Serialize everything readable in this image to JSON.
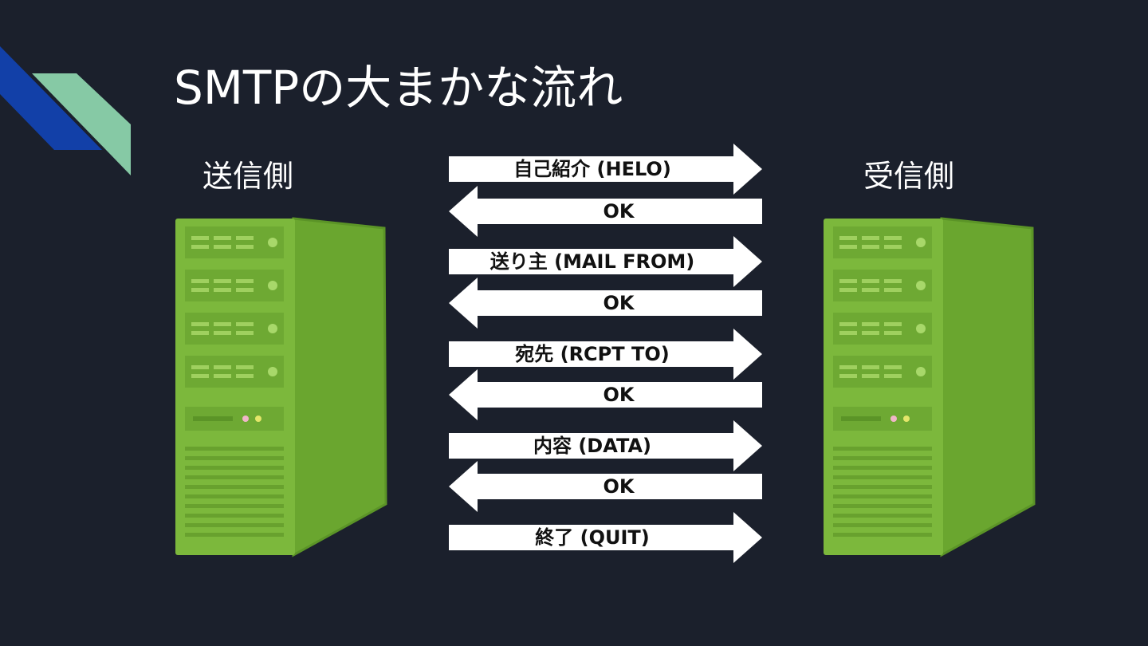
{
  "title": "SMTPの大まかな流れ",
  "sender_label": "送信側",
  "receiver_label": "受信側",
  "server_icon": "tower-server-icon",
  "colors": {
    "background": "#1b202c",
    "accent_blue": "#1240a8",
    "accent_green": "#86c9a5",
    "server_green": "#7cb83c",
    "arrow_fill": "#ffffff"
  },
  "steps": [
    {
      "direction": "right",
      "label": "自己紹介 (HELO)"
    },
    {
      "direction": "left",
      "label": "OK"
    },
    {
      "direction": "right",
      "label": "送り主 (MAIL FROM)"
    },
    {
      "direction": "left",
      "label": "OK"
    },
    {
      "direction": "right",
      "label": "宛先 (RCPT TO)"
    },
    {
      "direction": "left",
      "label": "OK"
    },
    {
      "direction": "right",
      "label": "内容 (DATA)"
    },
    {
      "direction": "left",
      "label": "OK"
    },
    {
      "direction": "right",
      "label": "終了 (QUIT)"
    }
  ]
}
